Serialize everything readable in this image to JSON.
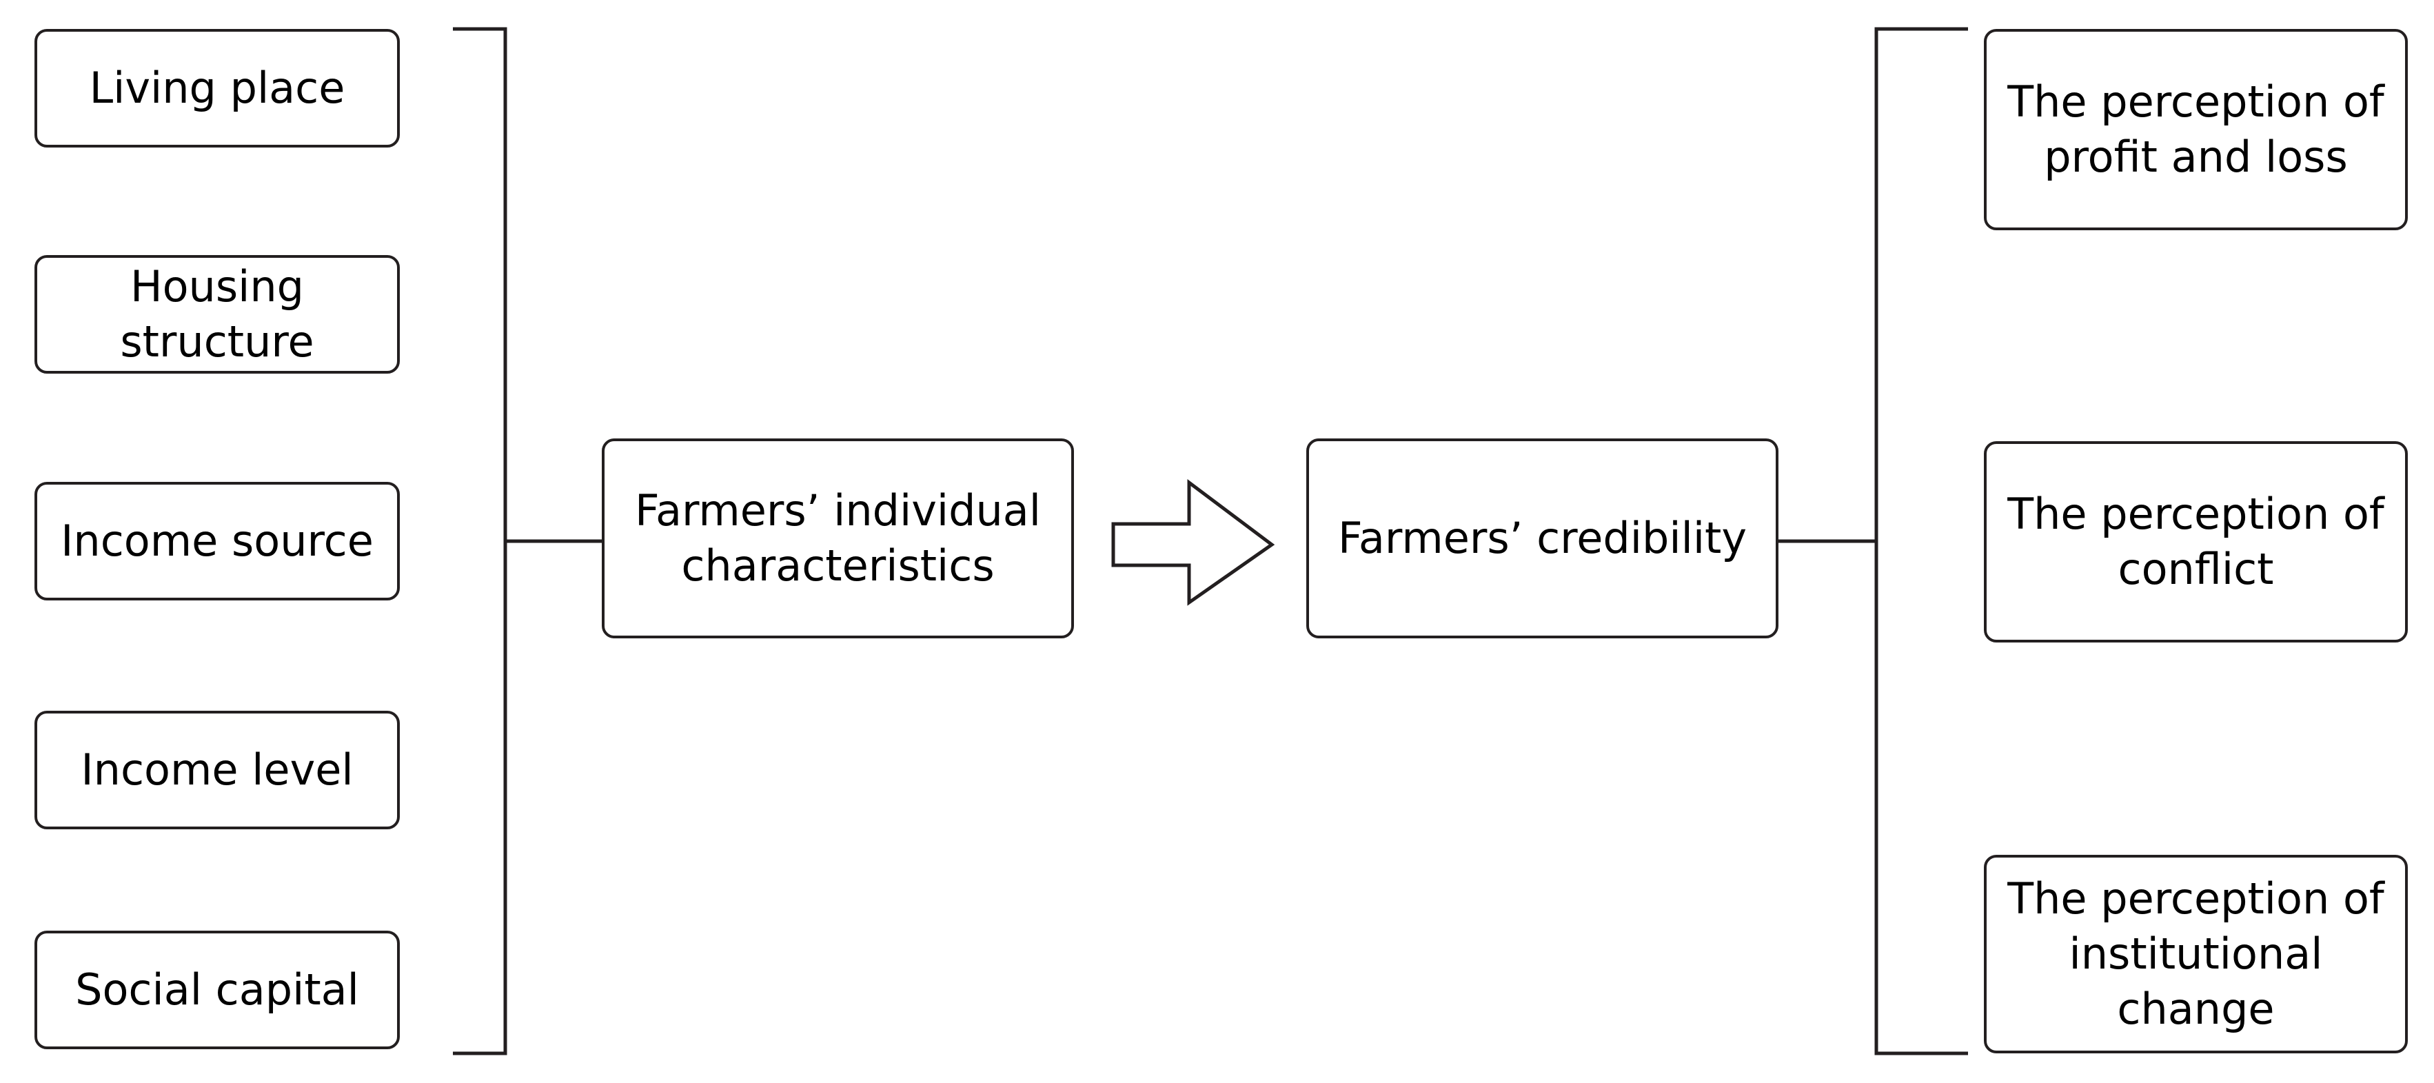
{
  "diagram": {
    "factors": [
      {
        "label": "Living place"
      },
      {
        "label": "Housing\nstructure"
      },
      {
        "label": "Income source"
      },
      {
        "label": "Income level"
      },
      {
        "label": "Social capital"
      }
    ],
    "center_left": {
      "label": "Farmers’  individual\ncharacteristics"
    },
    "center_right": {
      "label": "Farmers’  credibility"
    },
    "perceptions": [
      {
        "label": "The perception of\nprofit and loss"
      },
      {
        "label": "The perception of\nconflict"
      },
      {
        "label": "The perception of\ninstitutional\nchange"
      }
    ]
  }
}
